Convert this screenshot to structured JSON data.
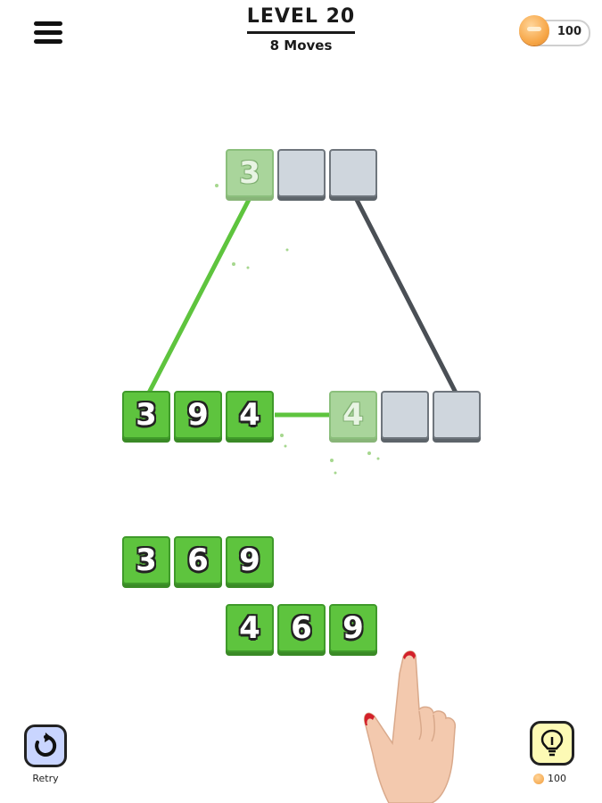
{
  "header": {
    "level_title": "LEVEL 20",
    "moves": "8 Moves",
    "coins": "100"
  },
  "board": {
    "top_row": [
      "3",
      "",
      ""
    ],
    "middle_row": [
      "3",
      "9",
      "4"
    ],
    "middle_target_row": [
      "4",
      "",
      ""
    ],
    "bank_row_1": [
      "3",
      "6",
      "9"
    ],
    "bank_row_2": [
      "4",
      "6",
      "9"
    ]
  },
  "footer": {
    "retry_label": "Retry",
    "hint_cost": "100"
  },
  "colors": {
    "tile_green": "#5ec43e",
    "tile_gray": "#cfd6dd",
    "line_green": "#5ec43e",
    "line_gray": "#4a4f55",
    "retry_bg": "#c9d5ff",
    "hint_bg": "#fdfab5"
  },
  "icons": {
    "menu": "hamburger-icon",
    "coin": "coin-icon",
    "retry": "retry-icon",
    "hint": "lightbulb-icon",
    "hand": "pointing-hand-icon"
  }
}
